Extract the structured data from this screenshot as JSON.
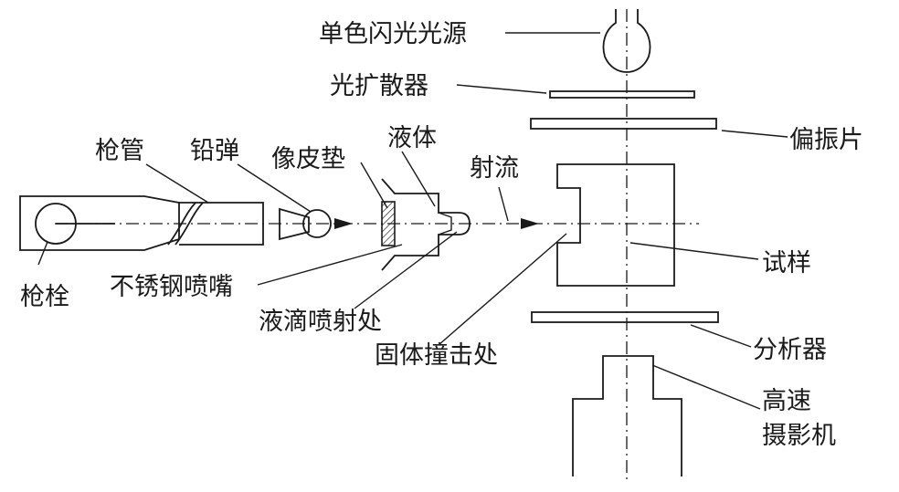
{
  "labels": {
    "flash_source": "单色闪光光源",
    "diffuser": "光扩散器",
    "polarizer": "偏振片",
    "barrel": "枪管",
    "lead_bullet": "铅弹",
    "rubber_pad": "像皮垫",
    "liquid": "液体",
    "jet": "射流",
    "specimen": "试样",
    "bolt": "枪栓",
    "steel_nozzle": "不锈钢喷嘴",
    "droplet_spray": "液滴喷射处",
    "solid_impact": "固体撞击处",
    "analyzer": "分析器",
    "camera_line1": "高速",
    "camera_line2": "摄影机"
  }
}
